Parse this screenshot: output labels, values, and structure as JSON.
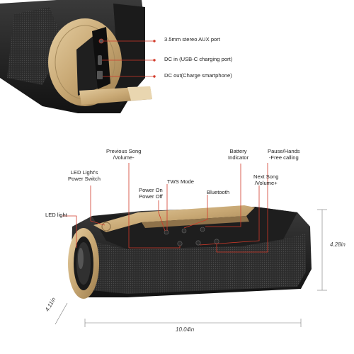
{
  "top_callouts": [
    {
      "text": "3.5mm stereo AUX port"
    },
    {
      "text": "DC in (USB-C charging port)"
    },
    {
      "text": "DC out(Charge smartphone)"
    }
  ],
  "bottom_callouts": {
    "previous_song": {
      "line1": "Previous Song",
      "line2": "/Volume-"
    },
    "battery": {
      "line1": "Battery",
      "line2": "Indicator"
    },
    "pause": {
      "line1": "Pause/Hands",
      "line2": "-Free calling"
    },
    "led_switch": {
      "line1": "LED Light's",
      "line2": "Power Switch"
    },
    "tws": "TWS Mode",
    "next_song": {
      "line1": "Next Song",
      "line2": "/Volume+"
    },
    "power": {
      "line1": "Power On",
      "line2": "Power Off"
    },
    "bluetooth": "Bluetooth",
    "led_light": "LED light"
  },
  "dimensions": {
    "height": "4.28in",
    "length": "10.04in",
    "depth": "4.11in"
  },
  "colors": {
    "speaker_body": "#2a2a2a",
    "mesh": "#3a3a3a",
    "gold_trim": "#c8a874",
    "callout_line": "#d23a2a"
  }
}
